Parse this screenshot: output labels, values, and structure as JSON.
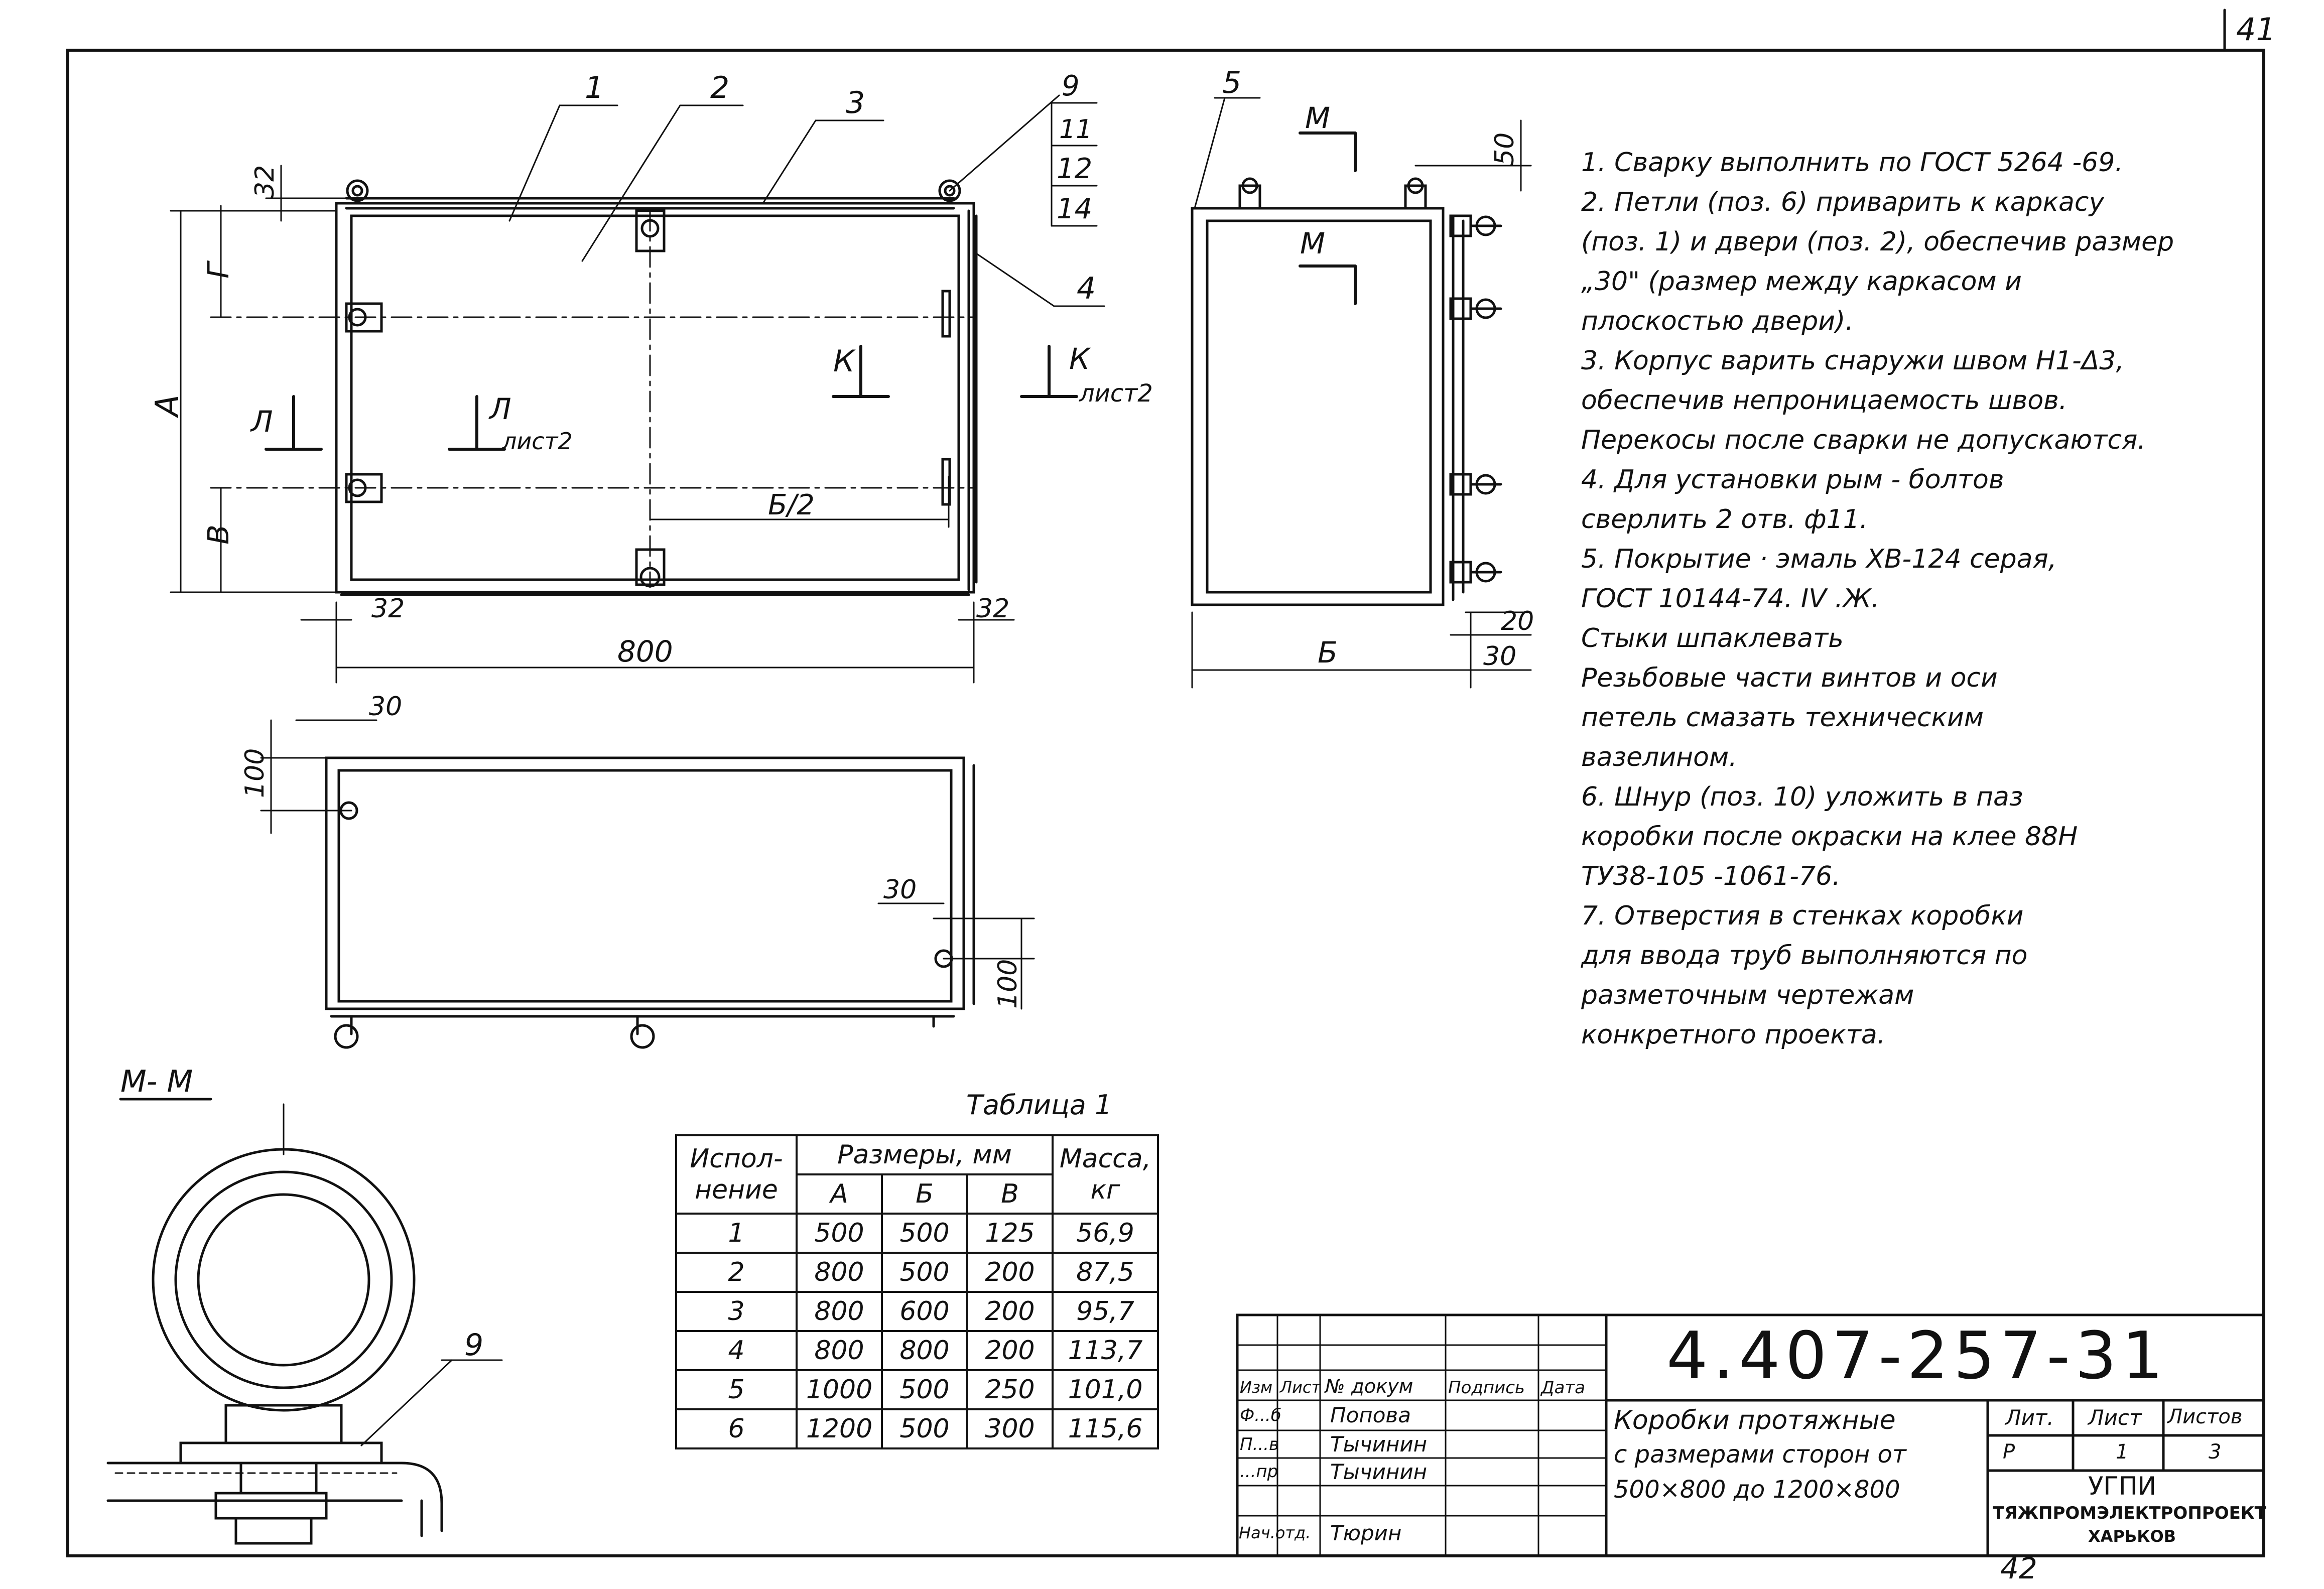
{
  "page_number": "41",
  "page_number_bottom": "42",
  "callouts": [
    "1",
    "2",
    "3",
    "9",
    "11",
    "12",
    "14",
    "4",
    "5"
  ],
  "dims": {
    "d32_top": "32",
    "d_g": "Г",
    "d_A": "А",
    "d_B": "В",
    "d32_left": "32",
    "d32_right": "32",
    "d800": "800",
    "d_b2": "Б/2",
    "d30_top": "30",
    "d100_left": "100",
    "d30_right": "30",
    "d100_right": "100",
    "d50": "50",
    "d20": "20",
    "d30_side": "30",
    "d_B_side": "Б"
  },
  "sections": {
    "K_label": "К",
    "K_label2": "К",
    "K_sheet": "лист2",
    "L_label": "Л",
    "L_label2": "Л",
    "L_sheet": "лист2",
    "M_label": "М",
    "M_label2": "М",
    "MM_title": "М- М",
    "MM_callout": "9"
  },
  "notes": [
    "1. Сварку выполнить  по ГОСТ 5264 -69.",
    "2. Петли (поз. 6) приварить  к  каркасу",
    "(поз. 1) и двери (поз. 2), обеспечив размер",
    "„30\" (размер между каркасом  и",
    "плоскостью двери).",
    "3. Корпус варить снаружи швом Н1-Δ3,",
    "обеспечив  непроницаемость швов.",
    "Перекосы после  сварки не допускаются.",
    "4. Для установки рым - болтов",
    "сверлить  2 отв.  ф11.",
    "5. Покрытие · эмаль  ХВ-124 серая,",
    "ГОСТ 10144-74.  IV .Ж.",
    "Стыки    шпаклевать",
    "Резьбовые  части  винтов и оси",
    "петель  смазать  техническим",
    "вазелином.",
    "6. Шнур  (поз. 10) уложить в паз",
    "коробки  после  окраски на клее 88Н",
    "ТУ38-105 -1061-76.",
    "7. Отверстия  в стенках  коробки",
    "для  ввода  труб  выполняются  по",
    "разметочным  чертежам",
    "конкретного  проекта."
  ],
  "table": {
    "caption": "Таблица 1",
    "h_variant_1": "Испол-",
    "h_variant_2": "нение",
    "h_dims": "Размеры,  мм",
    "h_mass_1": "Масса,",
    "h_mass_2": "кг",
    "h_A": "А",
    "h_B": "Б",
    "h_V": "В",
    "rows": [
      [
        "1",
        "500",
        "500",
        "125",
        "56,9"
      ],
      [
        "2",
        "800",
        "500",
        "200",
        "87,5"
      ],
      [
        "3",
        "800",
        "600",
        "200",
        "95,7"
      ],
      [
        "4",
        "800",
        "800",
        "200",
        "113,7"
      ],
      [
        "5",
        "1000",
        "500",
        "250",
        "101,0"
      ],
      [
        "6",
        "1200",
        "500",
        "300",
        "115,6"
      ]
    ]
  },
  "title_block": {
    "doc_number": "4.407-257-31",
    "title_1": "Коробки протяжные",
    "title_2": "с размерами сторон от",
    "title_3": "500×800 до 1200×800",
    "col_izm": "Изм",
    "col_list": "Лист",
    "col_doc": "№ докум",
    "col_sign": "Подпись",
    "col_date": "Дата",
    "role_1": "Ф...б",
    "name_1": "Попова",
    "role_2": "П...в",
    "name_2": "Тычинин",
    "role_3": "...пр",
    "name_3": "Тычинин",
    "role_4": "Нач.отд.",
    "name_4": "Тюрин",
    "h_lit": "Лит.",
    "h_sheet": "Лист",
    "h_sheets": "Листов",
    "lit": "Р",
    "sheet": "1",
    "sheets": "3",
    "org_1": "УГПИ",
    "org_2": "ТЯЖПРОМЭЛЕКТРОПРОЕКТ",
    "org_3": "ХАРЬКОВ"
  }
}
